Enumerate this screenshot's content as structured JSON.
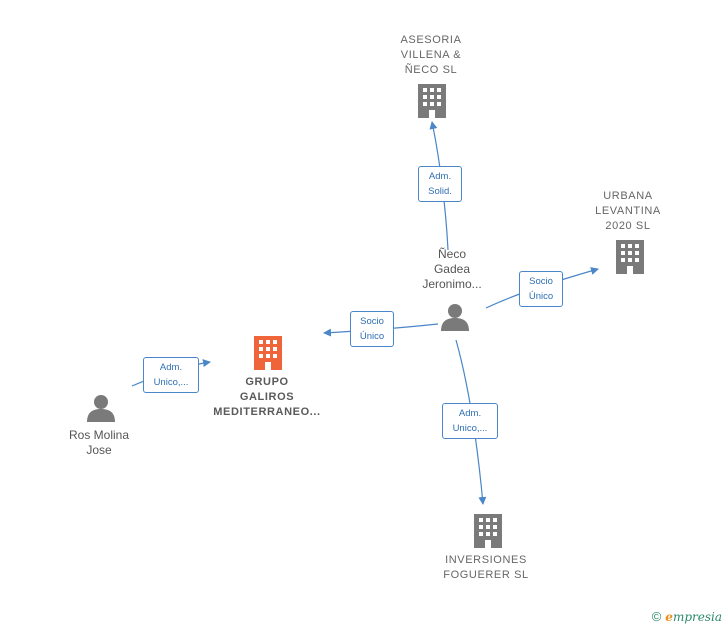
{
  "colors": {
    "edge": "#4a86c8",
    "company": "#7a7a7a",
    "main_company": "#f0643a",
    "person": "#7a7a7a"
  },
  "nodes": {
    "asesoria": {
      "label": "ASESORIA\nVILLENA &\nÑECO SL",
      "icon": "building-icon"
    },
    "urbana": {
      "label": "URBANA\nLEVANTINA\n2020  SL",
      "icon": "building-icon"
    },
    "neco": {
      "label": "Ñeco\nGadea\nJeronimo...",
      "icon": "person-icon"
    },
    "grupo": {
      "label": "GRUPO\nGALIROS\nMEDITERRANEO...",
      "icon": "building-icon"
    },
    "ros": {
      "label": "Ros Molina\nJose",
      "icon": "person-icon"
    },
    "inversiones": {
      "label": "INVERSIONES\nFOGUERER  SL",
      "icon": "building-icon"
    }
  },
  "edges": {
    "neco_asesoria": "Adm.\nSolid.",
    "neco_urbana": "Socio\nÚnico",
    "neco_grupo": "Socio\nÚnico",
    "ros_grupo": "Adm.\nUnico,...",
    "neco_inversiones": "Adm.\nUnico,..."
  },
  "watermark": {
    "symbol": "©",
    "brand_initial": "e",
    "brand_rest": "mpresia"
  }
}
